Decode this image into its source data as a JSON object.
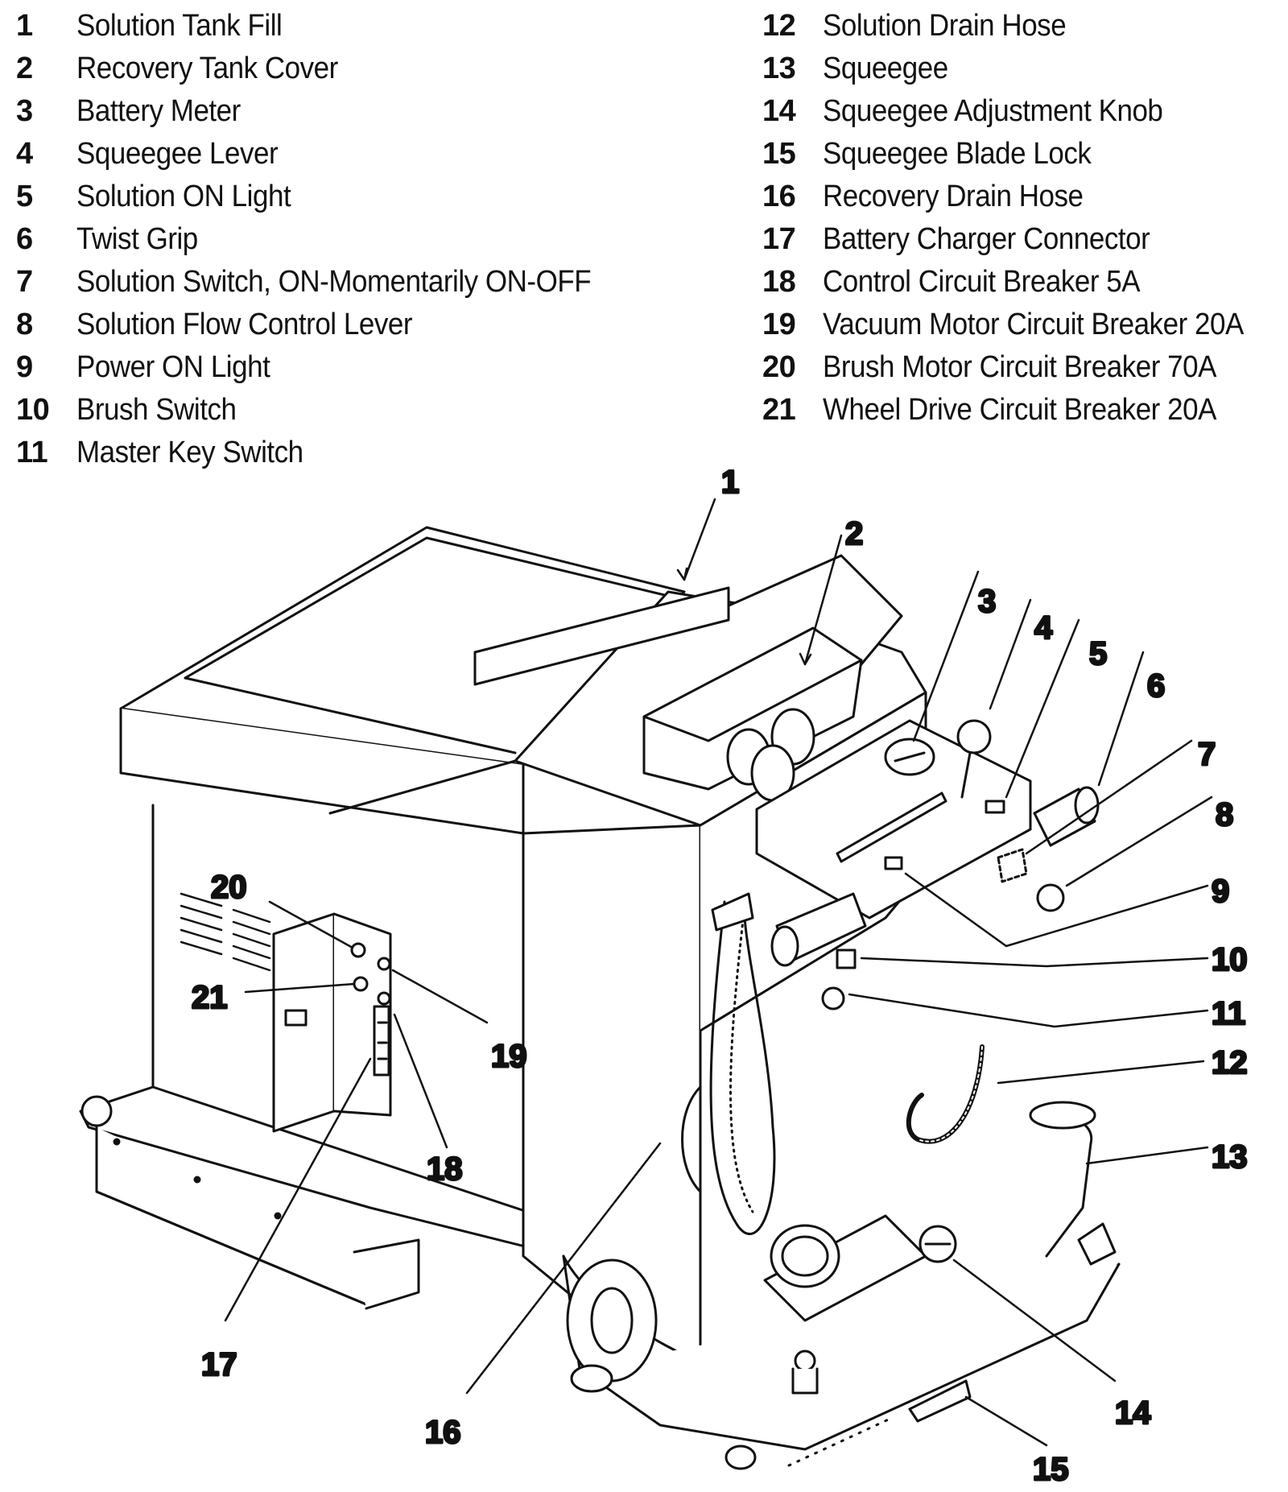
{
  "legend": {
    "left": [
      {
        "num": "1",
        "label": "Solution Tank Fill"
      },
      {
        "num": "2",
        "label": "Recovery Tank Cover"
      },
      {
        "num": "3",
        "label": "Battery Meter"
      },
      {
        "num": "4",
        "label": "Squeegee Lever"
      },
      {
        "num": "5",
        "label": "Solution ON Light"
      },
      {
        "num": "6",
        "label": "Twist Grip"
      },
      {
        "num": "7",
        "label": "Solution Switch, ON-Momentarily ON-OFF"
      },
      {
        "num": "8",
        "label": "Solution Flow Control Lever"
      },
      {
        "num": "9",
        "label": "Power ON Light"
      },
      {
        "num": "10",
        "label": "Brush Switch"
      },
      {
        "num": "11",
        "label": "Master Key Switch"
      }
    ],
    "right": [
      {
        "num": "12",
        "label": "Solution Drain Hose"
      },
      {
        "num": "13",
        "label": "Squeegee"
      },
      {
        "num": "14",
        "label": "Squeegee Adjustment Knob"
      },
      {
        "num": "15",
        "label": "Squeegee Blade Lock"
      },
      {
        "num": "16",
        "label": "Recovery Drain Hose"
      },
      {
        "num": "17",
        "label": "Battery Charger Connector"
      },
      {
        "num": "18",
        "label": "Control Circuit Breaker 5A"
      },
      {
        "num": "19",
        "label": "Vacuum Motor Circuit Breaker 20A"
      },
      {
        "num": "20",
        "label": "Brush Motor Circuit Breaker 70A"
      },
      {
        "num": "21",
        "label": "Wheel Drive Circuit Breaker 20A"
      }
    ]
  },
  "diagram": {
    "callouts": [
      "1",
      "2",
      "3",
      "4",
      "5",
      "6",
      "7",
      "8",
      "9",
      "10",
      "11",
      "12",
      "13",
      "14",
      "15",
      "16",
      "17",
      "18",
      "19",
      "20",
      "21"
    ],
    "line_color": "#111111",
    "fill_color": "#ffffff"
  }
}
